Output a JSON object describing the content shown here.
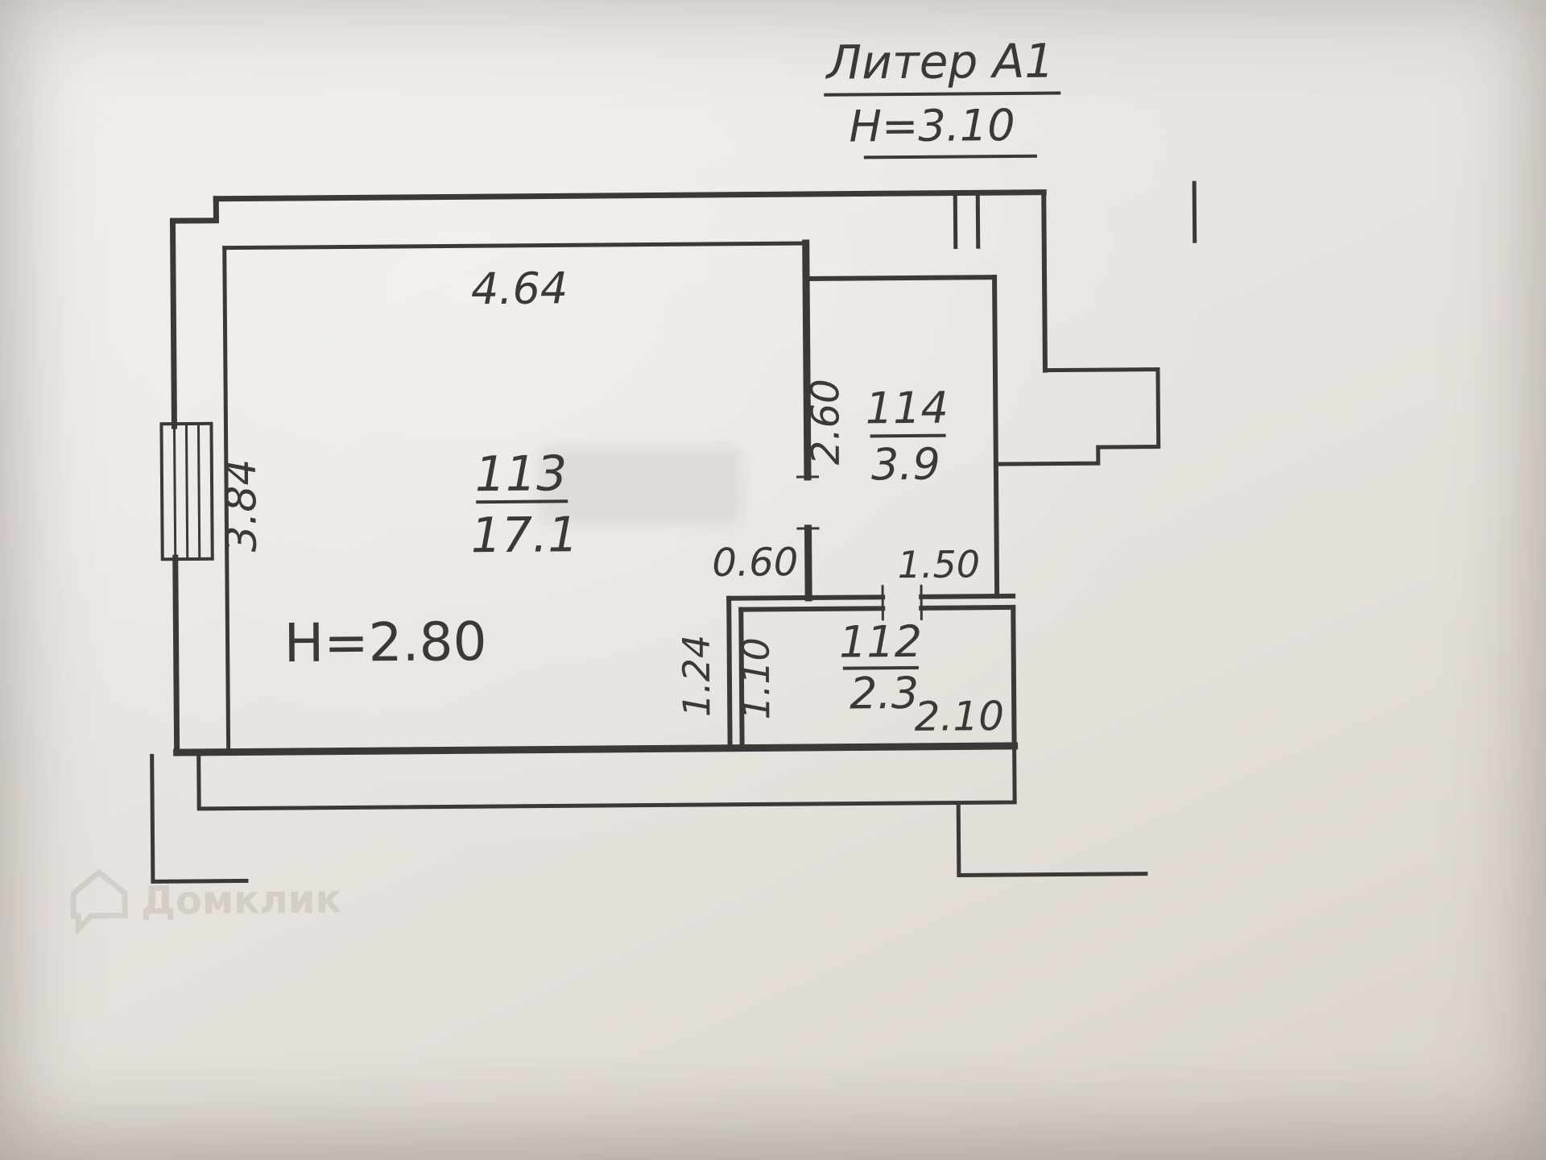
{
  "colors": {
    "paper": "#e9e4df",
    "ink": "#3a3937",
    "watermark": "#d3cdc6"
  },
  "title_block": {
    "liter": "Литер А1",
    "building_height": "Н=3.10"
  },
  "rooms": [
    {
      "number": "113",
      "area": "17.1"
    },
    {
      "number": "114",
      "area": "3.9"
    },
    {
      "number": "112",
      "area": "2.3"
    }
  ],
  "labels": {
    "ceiling_height": "Н=2.80"
  },
  "dims": {
    "room113_width": "4.64",
    "room113_depth": "3.84",
    "room114_depth": "2.60",
    "room114_width": "1.50",
    "opening": "0.60",
    "wall_segment": "1.24",
    "room112_depth": "1.10",
    "room112_width": "2.10"
  },
  "watermark": {
    "brand": "Домклик"
  }
}
